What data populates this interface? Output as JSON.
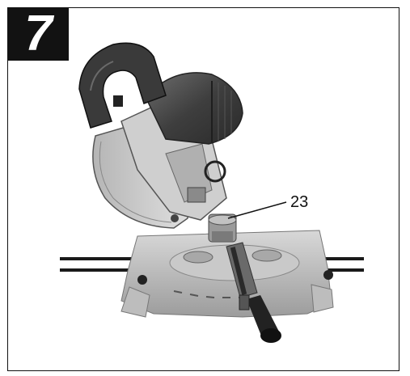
{
  "figure": {
    "number": "7",
    "callout_label": "23",
    "illustration": "mitre-saw-photo",
    "accent_color": "#121212"
  }
}
